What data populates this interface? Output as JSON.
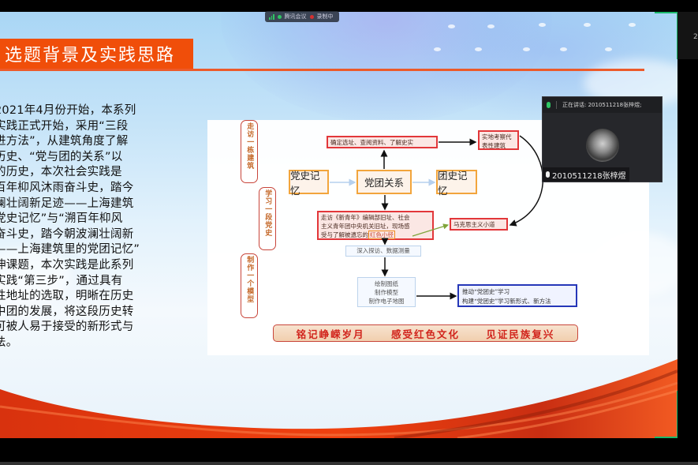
{
  "meeting": {
    "app_label": "腾讯会议",
    "recording_label": "录制中",
    "speaking_label": "正在讲话: 2010511218张梓煜;",
    "participant_name": "2010511218张梓煜",
    "right_panel_char": "2",
    "colors": {
      "accent_green": "#1ab86a",
      "record_red": "#d43030"
    }
  },
  "slide": {
    "title": "选题背景及实践思路",
    "colors": {
      "title_bg": "#f04e0a",
      "rule": "#ec5a2a",
      "ribbon": "#e83a12"
    },
    "body_lines": [
      "2021年4月份开始，本系列",
      "实践正式开始，采用“三段",
      "进方法”，从建筑角度了解",
      "历史、“党与团的关系”以",
      "的历史，本次社会实践是",
      "百年枊风沐雨奋斗史，踏今",
      "澜壮阔新足迹——上海建筑",
      "党史记忆”与“溯百年枊风",
      "奋斗史，踏今朝波澜壮阔新",
      "——上海建筑里的党团记忆”",
      "伸课题，本次实践是此系列",
      "实践“第三步”，通过具有",
      "性地址的选取，明晰在历史",
      "中团的发展，将这段历史转",
      "可被人易于接受的新形式与",
      "法。"
    ],
    "diagram": {
      "side_labels": [
        {
          "text": "走访一栋建筑"
        },
        {
          "text": "学习一段党史"
        },
        {
          "text": "制作一个模型"
        }
      ],
      "center_boxes": {
        "left": "党史记忆",
        "middle": "党团关系",
        "right": "团史记忆"
      },
      "top_box": "确定选址、查阅资料、了解史实",
      "site_box": "实地考察代表性建筑",
      "visit_box": {
        "line1": "走访《新青年》编辑部旧址、社会",
        "line2": "主义青年团中央机关旧址，现场感",
        "line3_prefix": "受与了解被遗忘的",
        "highlight": "红色小径"
      },
      "marx_box": "马克思主义小道",
      "survey_box": "深入探访、数据测量",
      "make_box": [
        "绘制图纸",
        "制作模型",
        "制作电子地图"
      ],
      "result_box": [
        "推动“党团史”学习",
        "构建“党团史”学习新形式、新方法"
      ],
      "slogan": [
        "铭记峥嵘岁月",
        "感受红色文化",
        "见证民族复兴"
      ]
    }
  }
}
